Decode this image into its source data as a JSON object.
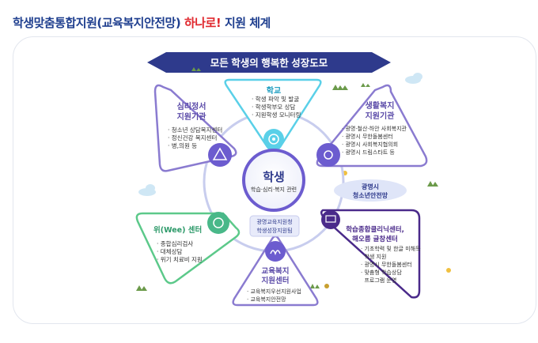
{
  "title": {
    "main": "학생맞춤통합지원(교육복지안전망)",
    "accent": "하나로!",
    "tail": "지원 체계"
  },
  "banner": "모든 학생의 행복한 성장도모",
  "center": {
    "title": "학생",
    "subtitle": "학습·심리·복지 관련"
  },
  "hub_label": {
    "line1": "광명교육지원청",
    "line2": "학생성장지원팀"
  },
  "city_label": {
    "line1": "광명시",
    "line2": "청소년안전망"
  },
  "nodes": {
    "school": {
      "title": "학교",
      "items": [
        "· 학생 파악 및 발굴",
        "· 학생학부모 상담",
        "· 지원학생 모니터링"
      ]
    },
    "psych": {
      "title_line1": "심리정서",
      "title_line2": "지원기관",
      "items": [
        "· 청소년 상담복지센터",
        "· 정신건강 복지센터",
        "· 병,의원 등"
      ]
    },
    "welfare": {
      "title_line1": "생활복지",
      "title_line2": "지원기관",
      "items": [
        "· 광명·철산·하안 사회복지관",
        "· 광명시 무한돌봄센터",
        "· 광명시 사회복지협의회",
        "· 광명시 드림스타트 등"
      ]
    },
    "wee": {
      "title": "위(Wee) 센터",
      "items": [
        "· 종합심리검사",
        "· 대체상담",
        "· 위기 치료비 지원"
      ]
    },
    "edu": {
      "title_line1": "교육복지",
      "title_line2": "지원센터",
      "items": [
        "· 교육복지우선지원사업",
        "· 교육복지안전망"
      ]
    },
    "clinic": {
      "title_line1": "학습종합클리닉센터,",
      "title_line2": "해오름 글창센터",
      "items": [
        "· 기초학력 및 한글 미해득",
        "  학생 지원",
        "· 광명시 무한돌봄센터",
        "· 맞춤형 학습상담",
        "  프로그램 운영"
      ]
    }
  },
  "colors": {
    "title_blue": "#1f3f8f",
    "accent_red": "#e0282e",
    "banner": "#2e3a8c",
    "purple": "#8a7bd0",
    "deep_purple": "#4a2a8a",
    "cyan": "#5ad0e8",
    "green": "#5cc98a",
    "teal": "#3db3b8"
  },
  "icons": [
    "target-icon",
    "triangle-dots-icon",
    "gear-icon",
    "globe-icon",
    "wave-icon",
    "monitor-icon",
    "cloud-icon",
    "grass-icon"
  ]
}
